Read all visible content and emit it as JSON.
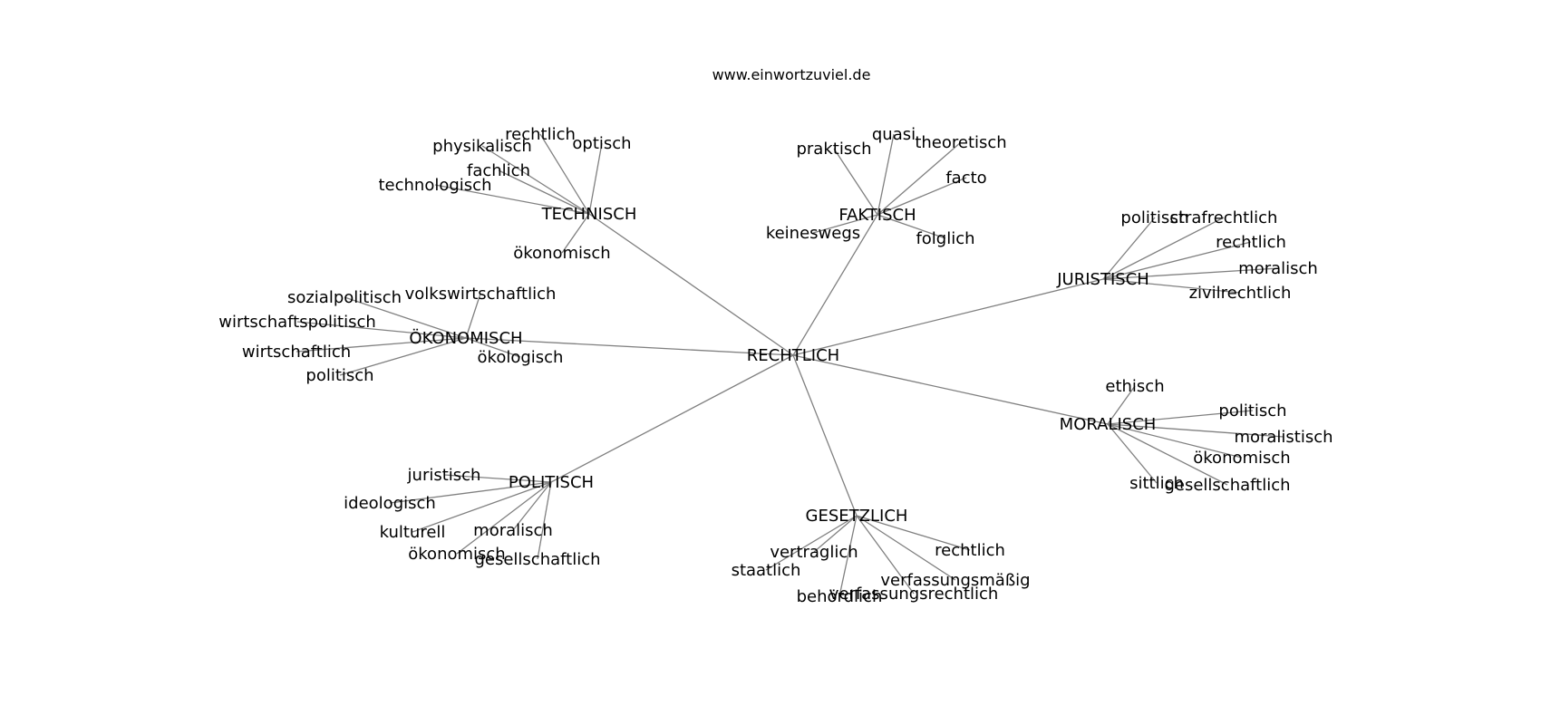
{
  "website": "www.einwortzuviel.de",
  "graph": {
    "center": "RECHTLICH",
    "groups": [
      {
        "hub": "TECHNISCH",
        "words": [
          "rechtlich",
          "optisch",
          "physikalisch",
          "fachlich",
          "technologisch",
          "ökonomisch"
        ]
      },
      {
        "hub": "FAKTISCH",
        "words": [
          "quasi",
          "praktisch",
          "theoretisch",
          "facto",
          "keineswegs",
          "folglich"
        ]
      },
      {
        "hub": "JURISTISCH",
        "words": [
          "politisch",
          "strafrechtlich",
          "rechtlich",
          "moralisch",
          "zivilrechtlich"
        ]
      },
      {
        "hub": "ÖKONOMISCH",
        "words": [
          "volkswirtschaftlich",
          "sozialpolitisch",
          "wirtschaftspolitisch",
          "wirtschaftlich",
          "politisch",
          "ökologisch"
        ]
      },
      {
        "hub": "MORALISCH",
        "words": [
          "ethisch",
          "politisch",
          "moralistisch",
          "ökonomisch",
          "sittlich",
          "gesellschaftlich"
        ]
      },
      {
        "hub": "POLITISCH",
        "words": [
          "juristisch",
          "ideologisch",
          "kulturell",
          "moralisch",
          "ökonomisch",
          "gesellschaftlich"
        ]
      },
      {
        "hub": "GESETZLICH",
        "words": [
          "vertraglich",
          "rechtlich",
          "staatlich",
          "verfassungsmäßig",
          "behördlich",
          "verfassungsrechtlich"
        ]
      }
    ]
  }
}
